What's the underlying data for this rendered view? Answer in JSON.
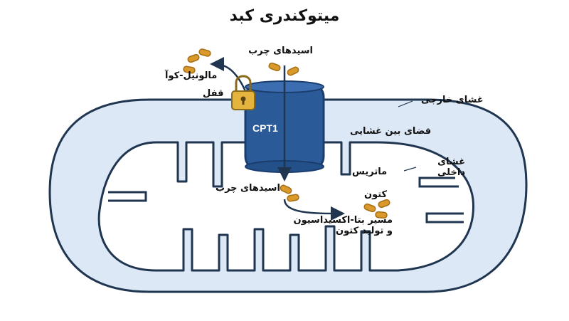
{
  "title": "میتوکندری کبد",
  "labels": {
    "fatty_acids_top": "اسیدهای چرب",
    "malonyl_coa": "مالونیل-کوآ",
    "lock": "قفل",
    "cpt1": "CPT1",
    "outer_membrane": "غشای خارجی",
    "intermembrane_space": "فضای بین غشایی",
    "inner_membrane_line1": "غشای",
    "inner_membrane_line2": "داخلی",
    "matrix": "ماتریس",
    "fatty_acids_inside": "اسیدهای چرب",
    "ketones": "کتون",
    "pathway_line1": "مسیر بتا-اکسیداسیون",
    "pathway_line2": "و تولید کتون"
  },
  "colors": {
    "membrane_outline": "#1f3550",
    "membrane_fill": "#dce8f5",
    "matrix_fill": "#ffffff",
    "transporter": "#2a5a98",
    "transporter_dark": "#1a3d6e",
    "molecule": "#d99a2b",
    "lock": "#e5b43f"
  },
  "icons": {
    "lock": "padlock-icon",
    "molecule": "capsule-molecule-icon",
    "arrow": "curved-arrow-icon"
  }
}
